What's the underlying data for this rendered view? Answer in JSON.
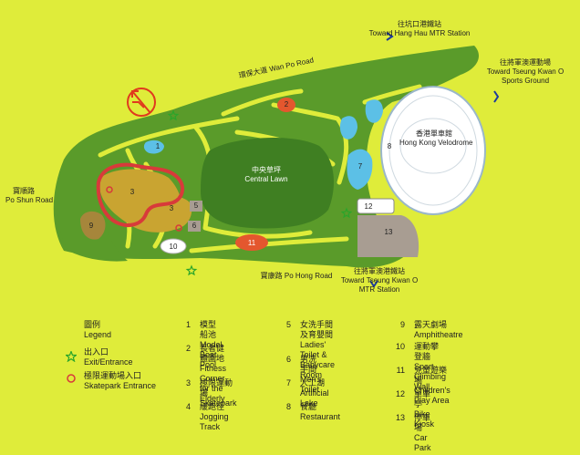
{
  "map": {
    "station_hang_hau": {
      "zh": "往坑口港鐵站",
      "en": "Toward Hang Hau MTR Station"
    },
    "sports_ground": {
      "zh": "往將軍澳運動場",
      "en": "Toward Tseung Kwan O",
      "en2": "Sports Ground"
    },
    "wan_po_road": {
      "zh": "環保大道",
      "en": "Wan Po Road"
    },
    "po_shun_road": {
      "zh": "寶順路",
      "en": "Po Shun Road"
    },
    "central_lawn": {
      "zh": "中央草坪",
      "en": "Central Lawn"
    },
    "velodrome": {
      "zh": "香港單車館",
      "en": "Hong Kong Velodrome"
    },
    "po_hong_road": {
      "zh": "寶康路",
      "en": "Po Hong Road"
    },
    "station_tko": {
      "zh": "往將軍澳港鐵站",
      "en": "Toward Tseung Kwan O",
      "en2": "MTR Station"
    },
    "numbers": [
      "1",
      "2",
      "3",
      "3",
      "5",
      "6",
      "7",
      "8",
      "9",
      "10",
      "11",
      "12",
      "13"
    ],
    "colors": {
      "background": "#dfec3a",
      "park": "#5a9b2a",
      "dark_park": "#3f7f22",
      "lake": "#5cc0e6",
      "skatepark": "#c9a431",
      "jogging": "#d83a3a",
      "restaurant": "#e4572e",
      "car_park": "#a89d92",
      "velodrome": "#ffffff"
    },
    "icons": [
      "north-arrow-icon",
      "entrance-star-icon",
      "skatepark-entrance-circle-icon",
      "direction-arrow-icon"
    ]
  },
  "legend": {
    "title_zh": "圖例",
    "title_en": "Legend",
    "entrance_zh": "出入口",
    "entrance_en": "Exit/Entrance",
    "skate_entrance_zh": "極限運動場入口",
    "skate_entrance_en": "Skatepark Entrance",
    "items": [
      {
        "num": "1",
        "zh": "模型船池",
        "en": "Model Boat Pool"
      },
      {
        "num": "2",
        "zh": "長者健體園地",
        "en": "Fitness Corner",
        "en2": "for the Elderly"
      },
      {
        "num": "3",
        "zh": "極限運動場",
        "en": "Skatepark"
      },
      {
        "num": "4",
        "zh": "緩跑徑",
        "en": "Jogging Track"
      },
      {
        "num": "5",
        "zh": "女洗手間及育嬰間",
        "en": "Ladies' Toilet  &",
        "en2": "Babycare Room"
      },
      {
        "num": "6",
        "zh": "男洗手間",
        "en": "Men's Toilet"
      },
      {
        "num": "7",
        "zh": "人工湖",
        "en": "Artificial Lake"
      },
      {
        "num": "8",
        "zh": "餐廳",
        "en": "Restaurant"
      },
      {
        "num": "9",
        "zh": "露天劇場",
        "en": "Amphitheatre"
      },
      {
        "num": "10",
        "zh": "運動攀登牆",
        "en": "Sport Climbing Wall"
      },
      {
        "num": "11",
        "zh": "兒童遊樂場",
        "en": "Children's Play Area"
      },
      {
        "num": "12",
        "zh": "單車亭",
        "en": "Bike Kiosk"
      },
      {
        "num": "13",
        "zh": "停車場",
        "en": "Car Park"
      }
    ]
  }
}
